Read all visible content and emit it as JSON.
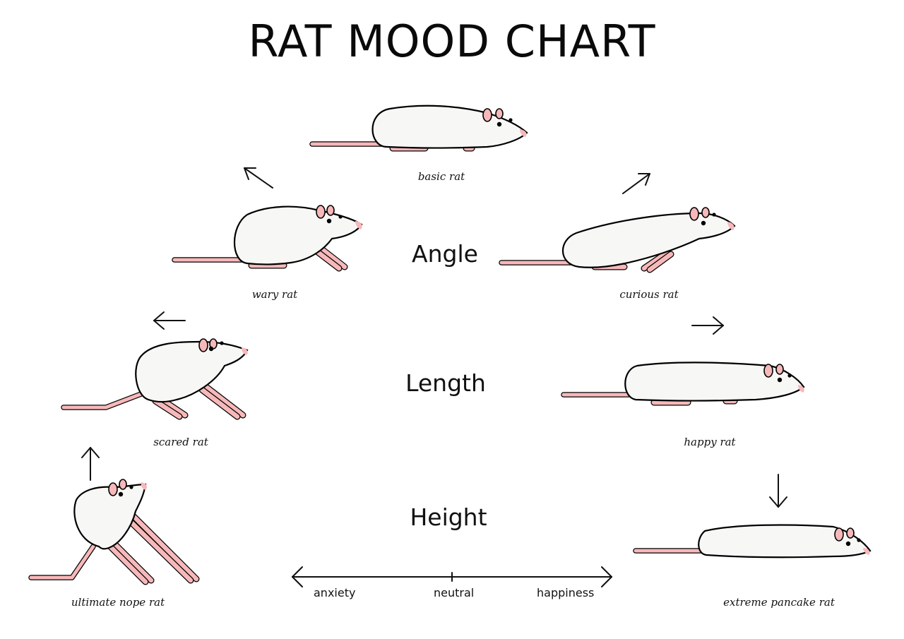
{
  "title": "RAT MOOD CHART",
  "axes": {
    "angle": "Angle",
    "length": "Length",
    "height": "Height"
  },
  "scale": {
    "left": "anxiety",
    "middle": "neutral",
    "right": "happiness"
  },
  "rats": {
    "basic": "basic rat",
    "wary": "wary rat",
    "curious": "curious rat",
    "scared": "scared rat",
    "happy": "happy rat",
    "nope": "ultimate nope rat",
    "pancake": "extreme pancake rat"
  },
  "colors": {
    "fur": "#f7f7f5",
    "pink": "#f7b8ba",
    "outline": "#000000"
  }
}
